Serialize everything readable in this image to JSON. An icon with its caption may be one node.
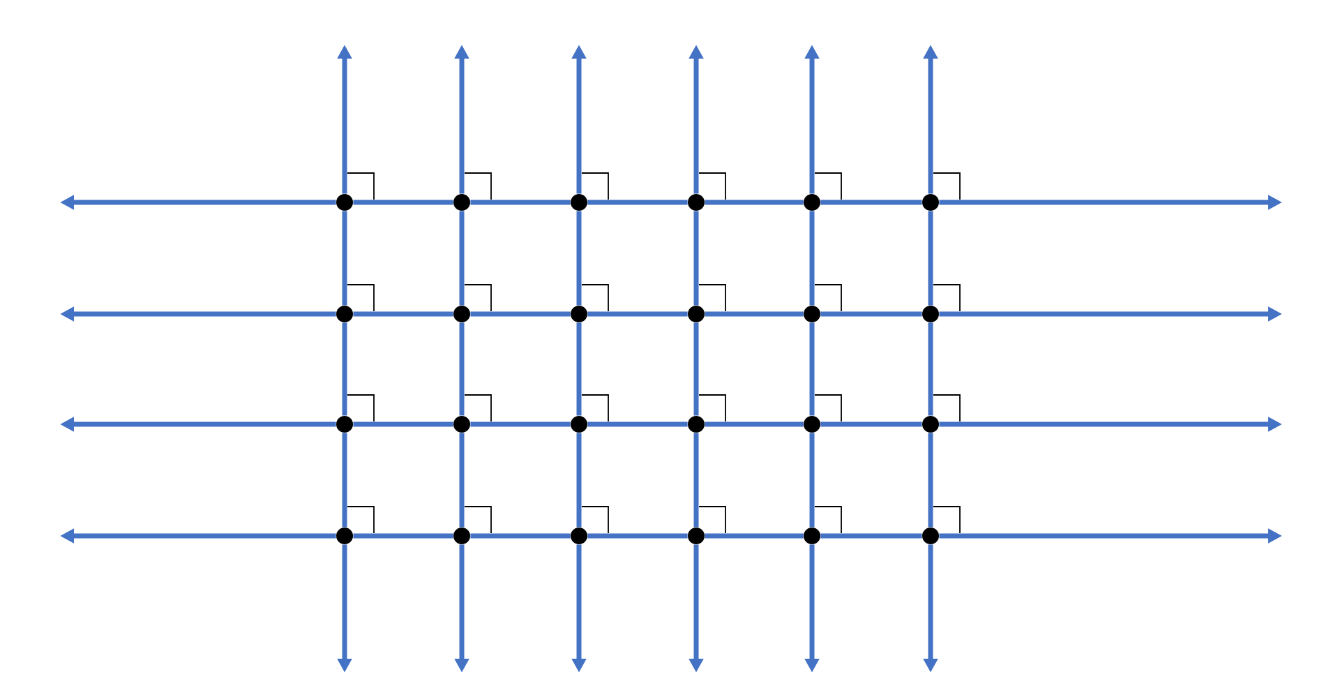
{
  "diagram": {
    "nodes": [
      {
        "text": [],
        "shape": "circle"
      },
      {
        "text": [],
        "shape": "circle"
      },
      {
        "text": [],
        "shape": "circle"
      },
      {
        "text": [],
        "shape": "circle"
      },
      {
        "text": [],
        "shape": "circle"
      },
      {
        "text": [],
        "shape": "circle"
      },
      {
        "text": [],
        "shape": "circle"
      },
      {
        "text": [],
        "shape": "circle"
      },
      {
        "text": [],
        "shape": "circle"
      },
      {
        "text": [],
        "shape": "circle"
      },
      {
        "text": [],
        "shape": "circle"
      },
      {
        "text": [],
        "shape": "circle"
      },
      {
        "text": [],
        "shape": "circle"
      },
      {
        "text": [],
        "shape": "circle"
      },
      {
        "text": [],
        "shape": "circle"
      },
      {
        "text": [],
        "shape": "circle"
      },
      {
        "text": [],
        "shape": "circle"
      },
      {
        "text": [],
        "shape": "circle"
      },
      {
        "text": [],
        "shape": "circle"
      },
      {
        "text": [],
        "shape": "circle"
      },
      {
        "text": [],
        "shape": "circle"
      },
      {
        "text": [],
        "shape": "circle"
      },
      {
        "text": [],
        "shape": "circle"
      },
      {
        "text": [],
        "shape": "circle"
      }
    ],
    "edges": [
      {
        "from": 0,
        "to": null,
        "arrow": "to"
      },
      {
        "from": 0,
        "to": 1,
        "arrow": "none"
      },
      {
        "from": 1,
        "to": 2,
        "arrow": "none"
      },
      {
        "from": 2,
        "to": 3,
        "arrow": "none"
      },
      {
        "from": 3,
        "to": 4,
        "arrow": "none"
      },
      {
        "from": 4,
        "to": 5,
        "arrow": "none"
      },
      {
        "from": 5,
        "to": null,
        "arrow": "to"
      },
      {
        "from": 6,
        "to": null,
        "arrow": "to"
      },
      {
        "from": 6,
        "to": 7,
        "arrow": "none"
      },
      {
        "from": 7,
        "to": 8,
        "arrow": "none"
      },
      {
        "from": 8,
        "to": 9,
        "arrow": "none"
      },
      {
        "from": 9,
        "to": 10,
        "arrow": "none"
      },
      {
        "from": 10,
        "to": 11,
        "arrow": "none"
      },
      {
        "from": 11,
        "to": null,
        "arrow": "to"
      },
      {
        "from": 12,
        "to": null,
        "arrow": "to"
      },
      {
        "from": 12,
        "to": 13,
        "arrow": "none"
      },
      {
        "from": 13,
        "to": 14,
        "arrow": "none"
      },
      {
        "from": 14,
        "to": 15,
        "arrow": "none"
      },
      {
        "from": 15,
        "to": 16,
        "arrow": "none"
      },
      {
        "from": 16,
        "to": 17,
        "arrow": "none"
      },
      {
        "from": 17,
        "to": null,
        "arrow": "to"
      },
      {
        "from": 18,
        "to": null,
        "arrow": "to"
      },
      {
        "from": 18,
        "to": 19,
        "arrow": "none"
      },
      {
        "from": 19,
        "to": 20,
        "arrow": "none"
      },
      {
        "from": 20,
        "to": 21,
        "arrow": "none"
      },
      {
        "from": 21,
        "to": 22,
        "arrow": "none"
      },
      {
        "from": 22,
        "to": 23,
        "arrow": "none"
      },
      {
        "from": 23,
        "to": null,
        "arrow": "to"
      },
      {
        "from": 0,
        "to": null,
        "arrow": "to"
      },
      {
        "from": 0,
        "to": 6,
        "arrow": "none"
      },
      {
        "from": 6,
        "to": 12,
        "arrow": "none"
      },
      {
        "from": 12,
        "to": 18,
        "arrow": "none"
      },
      {
        "from": 18,
        "to": null,
        "arrow": "to"
      },
      {
        "from": 1,
        "to": null,
        "arrow": "to"
      },
      {
        "from": 1,
        "to": 7,
        "arrow": "none"
      },
      {
        "from": 7,
        "to": 13,
        "arrow": "none"
      },
      {
        "from": 13,
        "to": 19,
        "arrow": "none"
      },
      {
        "from": 19,
        "to": null,
        "arrow": "to"
      },
      {
        "from": 2,
        "to": null,
        "arrow": "to"
      },
      {
        "from": 2,
        "to": 8,
        "arrow": "none"
      },
      {
        "from": 8,
        "to": 14,
        "arrow": "none"
      },
      {
        "from": 14,
        "to": 20,
        "arrow": "none"
      },
      {
        "from": 20,
        "to": null,
        "arrow": "to"
      },
      {
        "from": 3,
        "to": null,
        "arrow": "to"
      },
      {
        "from": 3,
        "to": 9,
        "arrow": "none"
      },
      {
        "from": 9,
        "to": 15,
        "arrow": "none"
      },
      {
        "from": 15,
        "to": 21,
        "arrow": "none"
      },
      {
        "from": 21,
        "to": null,
        "arrow": "to"
      },
      {
        "from": 4,
        "to": null,
        "arrow": "to"
      },
      {
        "from": 4,
        "to": 10,
        "arrow": "none"
      },
      {
        "from": 10,
        "to": 16,
        "arrow": "none"
      },
      {
        "from": 16,
        "to": 22,
        "arrow": "none"
      },
      {
        "from": 22,
        "to": null,
        "arrow": "to"
      },
      {
        "from": 5,
        "to": null,
        "arrow": "to"
      },
      {
        "from": 5,
        "to": 11,
        "arrow": "none"
      },
      {
        "from": 11,
        "to": 17,
        "arrow": "none"
      },
      {
        "from": 17,
        "to": 23,
        "arrow": "none"
      },
      {
        "from": 23,
        "to": null,
        "arrow": "to"
      }
    ]
  }
}
